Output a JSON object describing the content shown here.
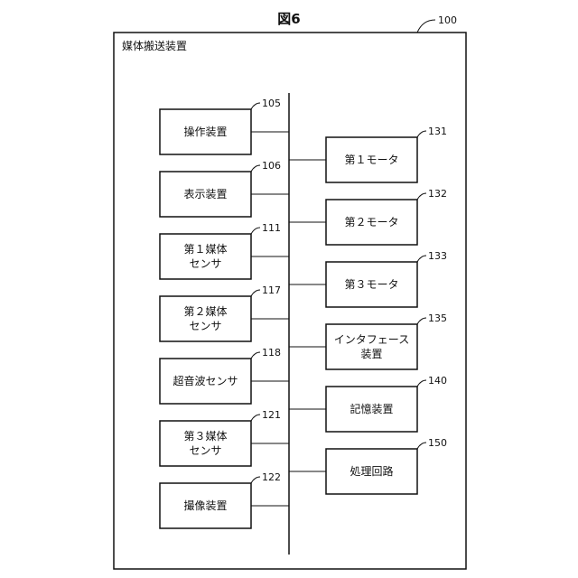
{
  "figure_title": "図6",
  "apparatus": {
    "label": "媒体搬送装置",
    "ref": "100"
  },
  "left_blocks": [
    {
      "ref": "105",
      "lines": [
        "操作装置"
      ]
    },
    {
      "ref": "106",
      "lines": [
        "表示装置"
      ]
    },
    {
      "ref": "111",
      "lines": [
        "第１媒体",
        "センサ"
      ]
    },
    {
      "ref": "117",
      "lines": [
        "第２媒体",
        "センサ"
      ]
    },
    {
      "ref": "118",
      "lines": [
        "超音波センサ"
      ]
    },
    {
      "ref": "121",
      "lines": [
        "第３媒体",
        "センサ"
      ]
    },
    {
      "ref": "122",
      "lines": [
        "撮像装置"
      ]
    }
  ],
  "right_blocks": [
    {
      "ref": "131",
      "lines": [
        "第１モータ"
      ]
    },
    {
      "ref": "132",
      "lines": [
        "第２モータ"
      ]
    },
    {
      "ref": "133",
      "lines": [
        "第３モータ"
      ]
    },
    {
      "ref": "135",
      "lines": [
        "インタフェース",
        "装置"
      ]
    },
    {
      "ref": "140",
      "lines": [
        "記憶装置"
      ]
    },
    {
      "ref": "150",
      "lines": [
        "処理回路"
      ]
    }
  ]
}
